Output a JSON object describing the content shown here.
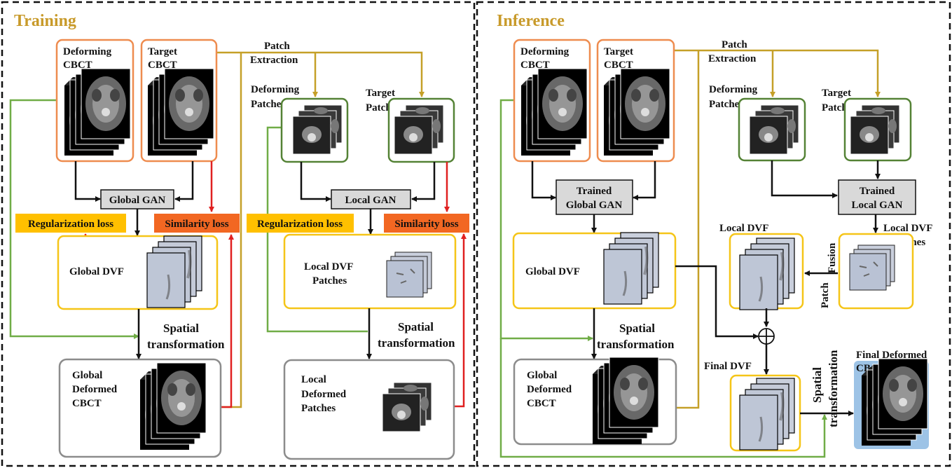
{
  "training": {
    "title": "Training",
    "deforming_cbct": [
      "Deforming",
      "CBCT"
    ],
    "target_cbct": [
      "Target",
      "CBCT"
    ],
    "patch_extraction": [
      "Patch",
      "Extraction"
    ],
    "deforming_patches": [
      "Deforming",
      "Patches"
    ],
    "target_patches": [
      "Target",
      "Patches"
    ],
    "global_gan": "Global GAN",
    "local_gan": "Local GAN",
    "reg_loss_1": "Regularization loss",
    "sim_loss_1": "Similarity loss",
    "reg_loss_2": "Regularization loss",
    "sim_loss_2": "Similarity loss",
    "global_dvf": "Global DVF",
    "local_dvf_patches": [
      "Local DVF",
      "Patches"
    ],
    "spatial_1": [
      "Spatial",
      "transformation"
    ],
    "spatial_2": [
      "Spatial",
      "transformation"
    ],
    "global_deformed": [
      "Global",
      "Deformed",
      "CBCT"
    ],
    "local_deformed": [
      "Local",
      "Deformed",
      "Patches"
    ]
  },
  "inference": {
    "title": "Inference",
    "deforming_cbct": [
      "Deforming",
      "CBCT"
    ],
    "target_cbct": [
      "Target",
      "CBCT"
    ],
    "patch_extraction": [
      "Patch",
      "Extraction"
    ],
    "deforming_patches": [
      "Deforming",
      "Patches"
    ],
    "target_patches": [
      "Target",
      "Patches"
    ],
    "trained_global_gan": [
      "Trained",
      "Global GAN"
    ],
    "trained_local_gan": [
      "Trained",
      "Local GAN"
    ],
    "global_dvf": "Global DVF",
    "local_dvf": "Local DVF",
    "local_dvf_patches": [
      "Local DVF",
      "Patches"
    ],
    "patch_fusion": [
      "Patch",
      "Fusion"
    ],
    "spatial_1": [
      "Spatial",
      "transformation"
    ],
    "spatial_2": [
      "Spatial",
      "transformation"
    ],
    "final_dvf": "Final DVF",
    "global_deformed": [
      "Global",
      "Deformed",
      "CBCT"
    ],
    "final_deformed": [
      "Final Deformed",
      "CBCT"
    ]
  },
  "colors": {
    "orange_box": "#ee8c4f",
    "green_box": "#548235",
    "yellow_box": "#f5c518",
    "gray_box": "#7f7f7f",
    "blue_box": "#9dc3e6",
    "gold_line": "#c5a028",
    "green_line": "#70ad47",
    "red_line": "#e02020",
    "reg_fill": "#ffc000",
    "sim_fill": "#f26722",
    "gan_fill": "#d9d9d9"
  }
}
